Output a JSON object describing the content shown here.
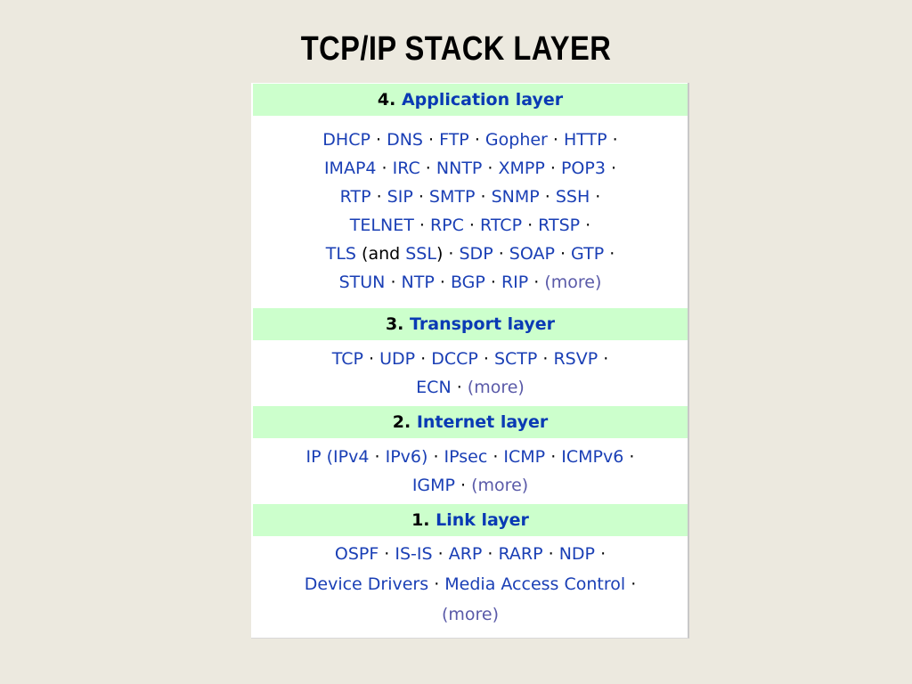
{
  "slide": {
    "title": "TCP/IP STACK LAYER"
  },
  "layers": [
    {
      "number": "4.",
      "name": "Application layer",
      "lines": [
        [
          "DHCP",
          "DNS",
          "FTP",
          "Gopher",
          "HTTP",
          ""
        ],
        [
          "IMAP4",
          "IRC",
          "NNTP",
          "XMPP",
          "POP3",
          ""
        ],
        [
          "RTP",
          "SIP",
          "SMTP",
          "SNMP",
          "SSH",
          ""
        ],
        [
          "TELNET",
          "RPC",
          "RTCP",
          "RTSP",
          ""
        ],
        [
          "TLS (and SSL)",
          "SDP",
          "SOAP",
          "GTP",
          ""
        ],
        [
          "STUN",
          "NTP",
          "BGP",
          "RIP",
          "(more)"
        ]
      ]
    },
    {
      "number": "3.",
      "name": "Transport layer",
      "lines": [
        [
          "TCP",
          "UDP",
          "DCCP",
          "SCTP",
          "RSVP",
          ""
        ],
        [
          "ECN",
          "(more)"
        ]
      ]
    },
    {
      "number": "2.",
      "name": "Internet layer",
      "lines": [
        [
          "IP (IPv4",
          "IPv6)",
          "IPsec",
          "ICMP",
          "ICMPv6",
          ""
        ],
        [
          "IGMP",
          "(more)"
        ]
      ]
    },
    {
      "number": "1.",
      "name": "Link layer",
      "lines": [
        [
          "OSPF",
          "IS-IS",
          "ARP",
          "RARP",
          "NDP",
          ""
        ],
        [
          "Device Drivers ",
          "Media Access Control",
          ""
        ],
        [
          "(more)"
        ]
      ]
    }
  ],
  "colors": {
    "header_background": "#ccffcc",
    "link_color": "#1a3fb5",
    "layer_name_color": "#0a3ab4",
    "slide_background": "#ece9df"
  }
}
